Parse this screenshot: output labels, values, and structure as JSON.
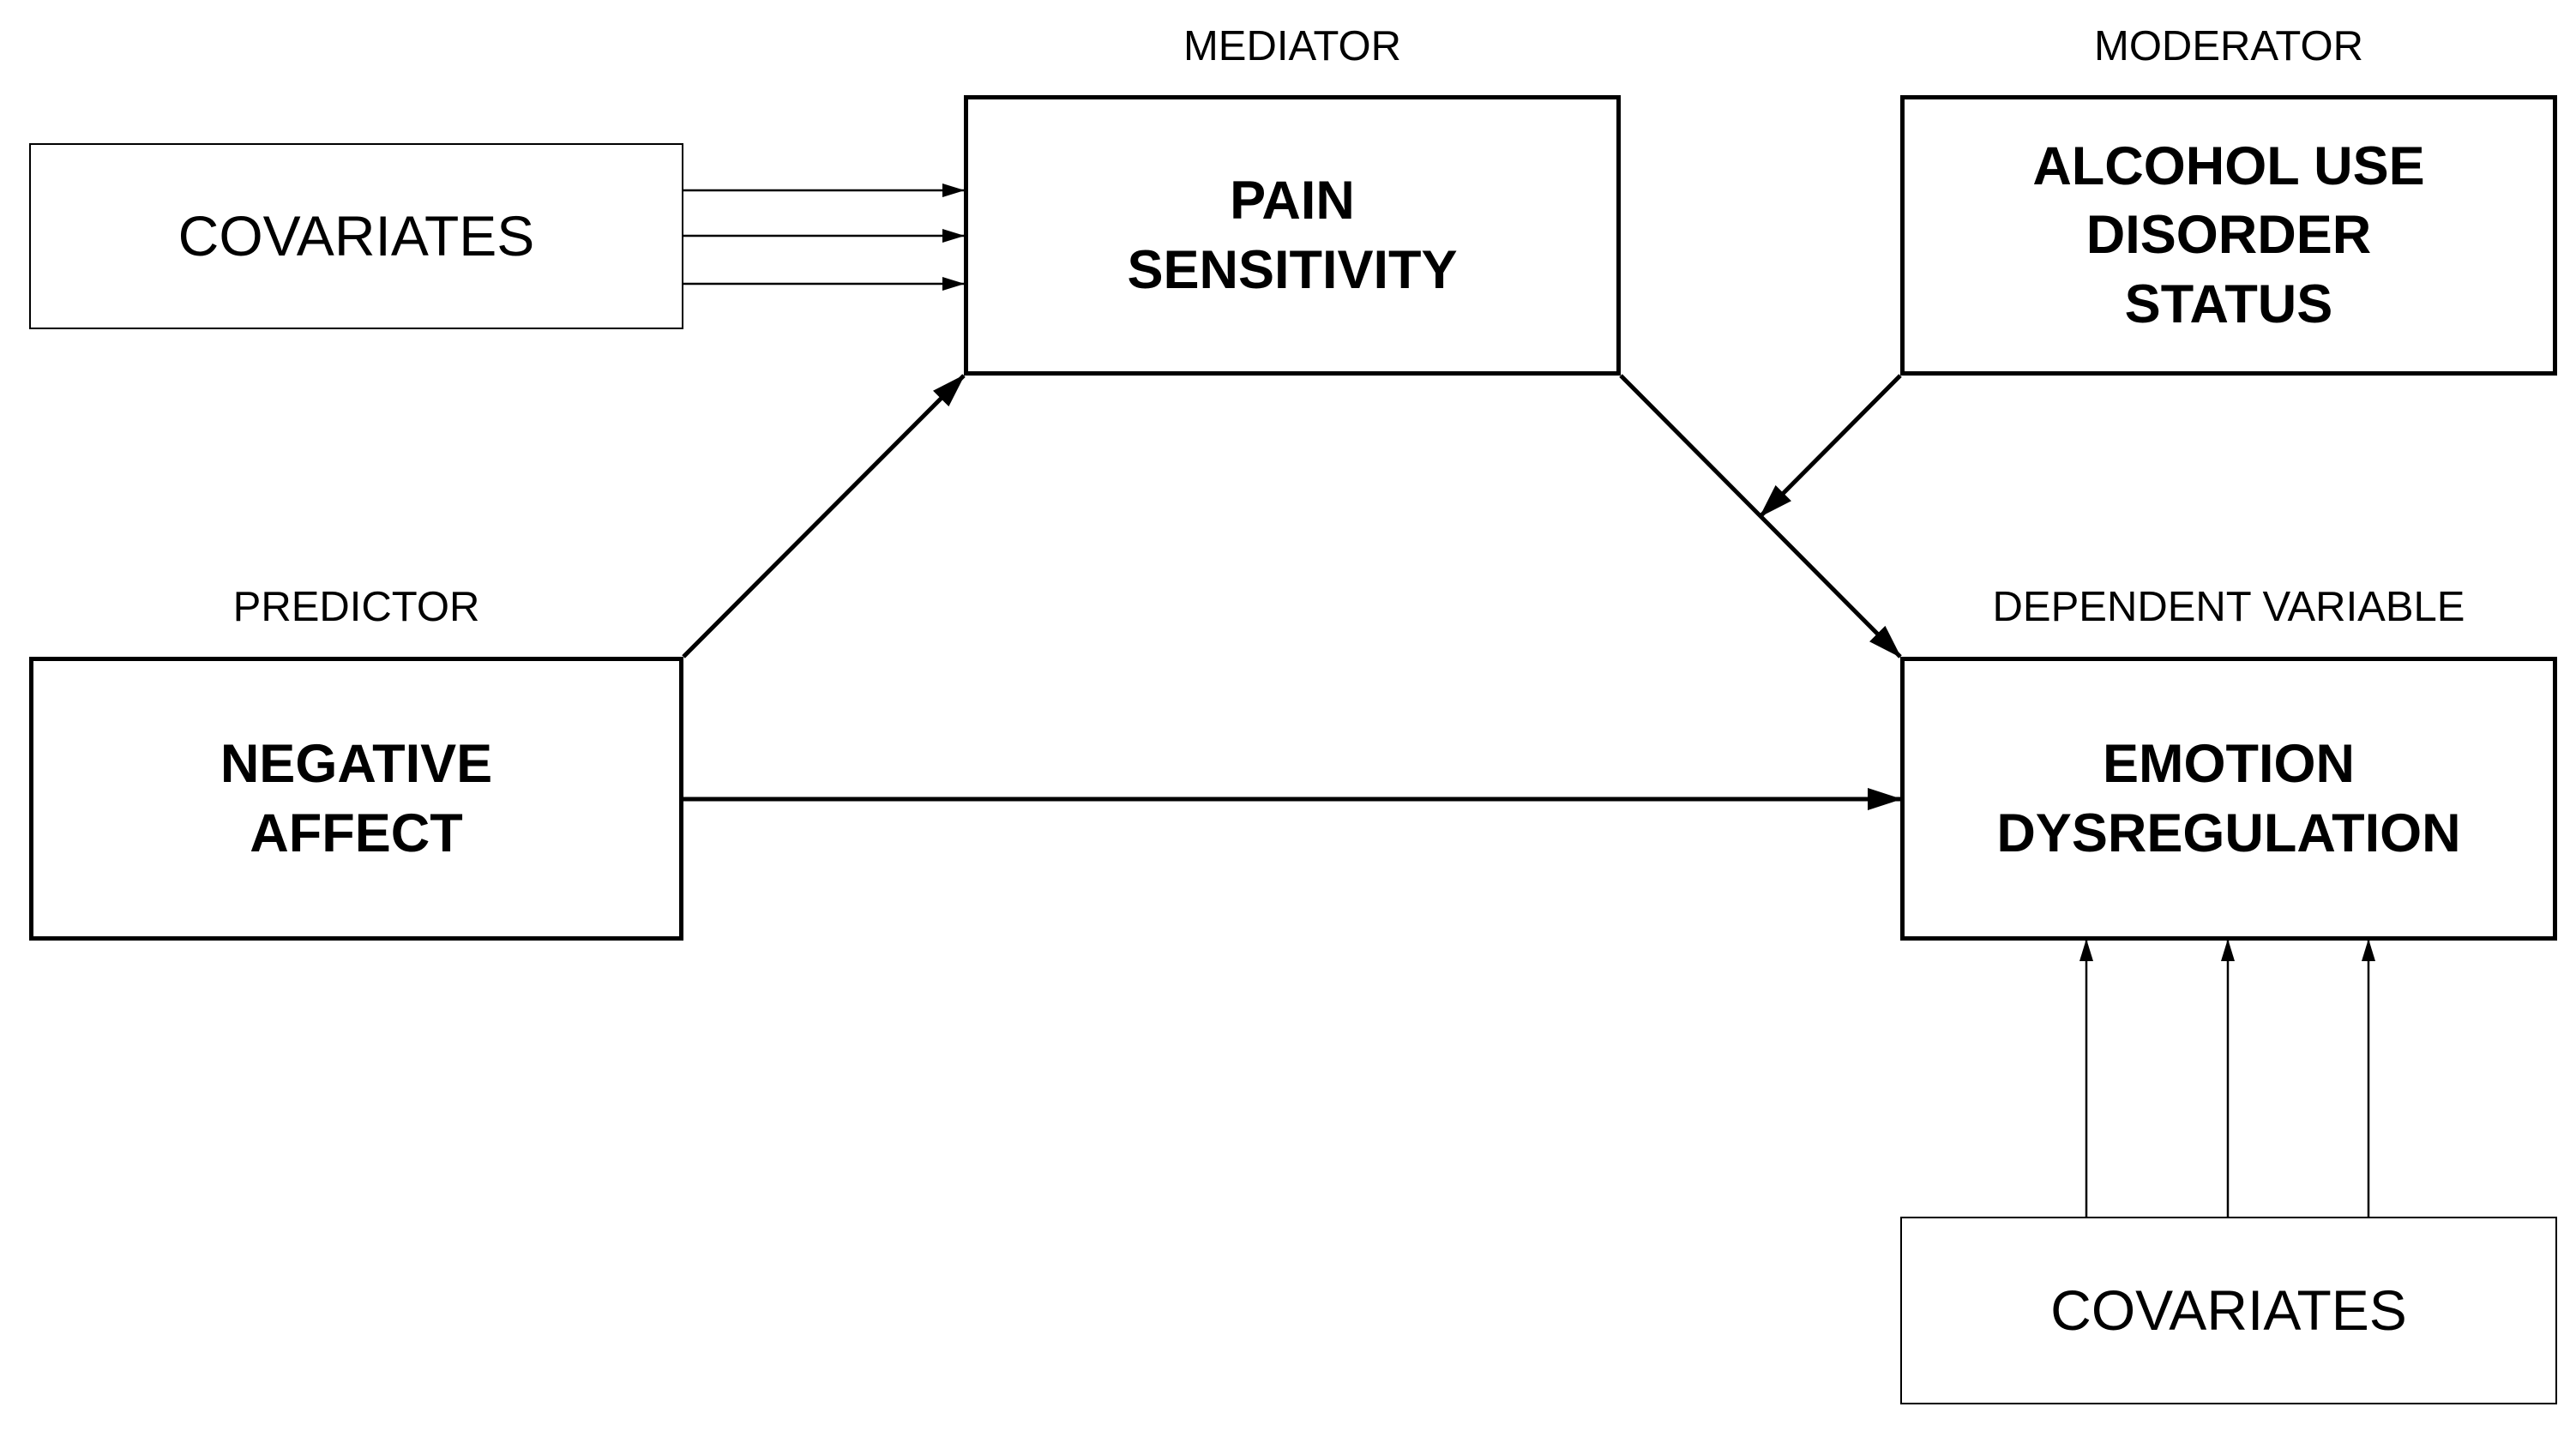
{
  "colors": {
    "stroke": "#000000",
    "background": "#ffffff"
  },
  "labels": {
    "mediator": "MEDIATOR",
    "moderator": "MODERATOR",
    "predictor": "PREDICTOR",
    "dependent": "DEPENDENT VARIABLE"
  },
  "nodes": {
    "covariates_top": {
      "lines": [
        "COVARIATES"
      ]
    },
    "pain_sensitivity": {
      "lines": [
        "PAIN",
        "SENSITIVITY"
      ]
    },
    "alcohol_use": {
      "lines": [
        "ALCOHOL USE",
        "DISORDER",
        "STATUS"
      ]
    },
    "negative_affect": {
      "lines": [
        "NEGATIVE",
        "AFFECT"
      ]
    },
    "emotion_dysregulation": {
      "lines": [
        "EMOTION",
        "DYSREGULATION"
      ]
    },
    "covariates_bottom": {
      "lines": [
        "COVARIATES"
      ]
    }
  },
  "edges": [
    {
      "from": "covariates_top",
      "to": "pain_sensitivity",
      "count": 3
    },
    {
      "from": "negative_affect",
      "to": "pain_sensitivity"
    },
    {
      "from": "pain_sensitivity",
      "to": "emotion_dysregulation"
    },
    {
      "from": "alcohol_use",
      "to": "pain_to_dv_path",
      "type": "moderation"
    },
    {
      "from": "negative_affect",
      "to": "emotion_dysregulation"
    },
    {
      "from": "covariates_bottom",
      "to": "emotion_dysregulation",
      "count": 3
    }
  ]
}
